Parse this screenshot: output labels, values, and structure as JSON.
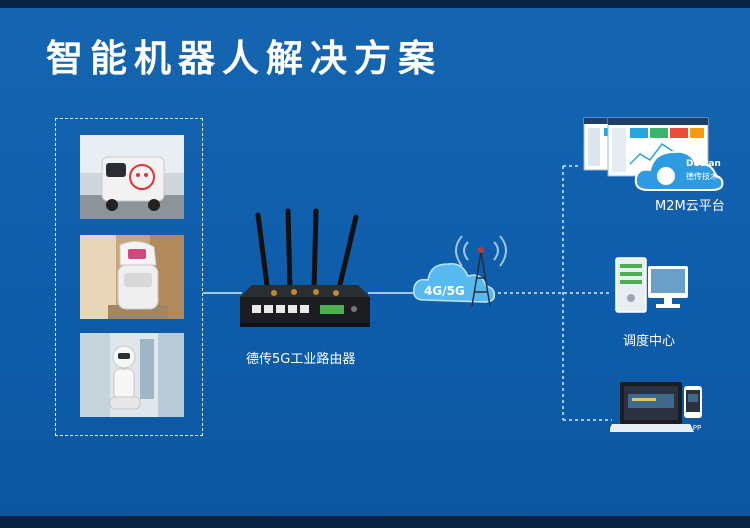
{
  "title": "智能机器人解决方案",
  "router": {
    "label": "德传5G工业路由器"
  },
  "network": {
    "label": "4G/5G"
  },
  "cloud": {
    "label": "M2M云平台",
    "brand": "Detran",
    "brand_cn": "德传技术"
  },
  "dispatch": {
    "label": "调度中心"
  },
  "app": {
    "label": "APP"
  },
  "robots": [
    {
      "name": "delivery-vehicle-robot"
    },
    {
      "name": "indoor-service-robot"
    },
    {
      "name": "reception-robot"
    }
  ],
  "colors": {
    "accent": "#0f5fad",
    "line": "#cfe2f7",
    "dark": "#08233f"
  }
}
